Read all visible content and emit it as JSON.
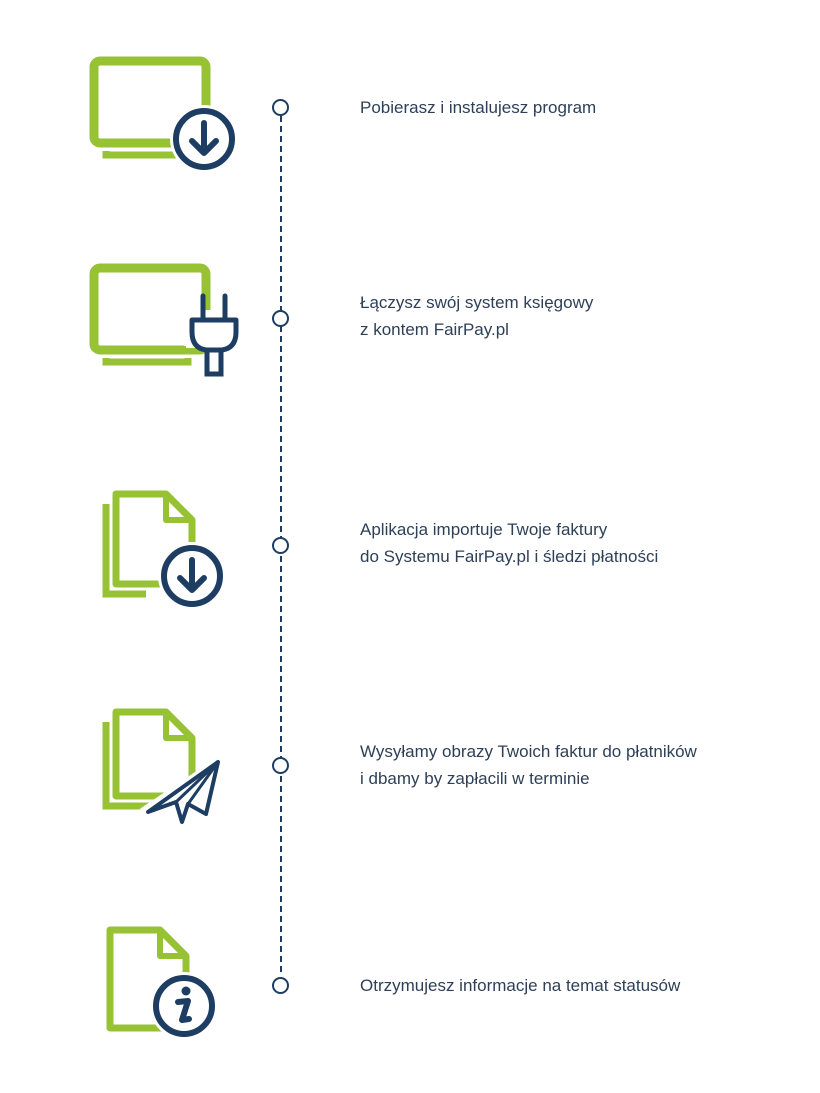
{
  "colors": {
    "green": "#97c233",
    "navy": "#1d3d63",
    "text": "#2e4058"
  },
  "steps": [
    {
      "icon": "monitor-download-icon",
      "lines": [
        "Pobierasz i instalujesz program"
      ]
    },
    {
      "icon": "monitor-plug-icon",
      "lines": [
        "Łączysz swój system księgowy",
        "z kontem FairPay.pl"
      ]
    },
    {
      "icon": "documents-download-icon",
      "lines": [
        "Aplikacja importuje Twoje faktury",
        "do Systemu FairPay.pl i śledzi płatności"
      ]
    },
    {
      "icon": "documents-send-icon",
      "lines": [
        "Wysyłamy obrazy Twoich faktur do płatników",
        "i dbamy by zapłacili w terminie"
      ]
    },
    {
      "icon": "document-info-icon",
      "lines": [
        "Otrzymujesz informacje na temat statusów"
      ]
    }
  ]
}
